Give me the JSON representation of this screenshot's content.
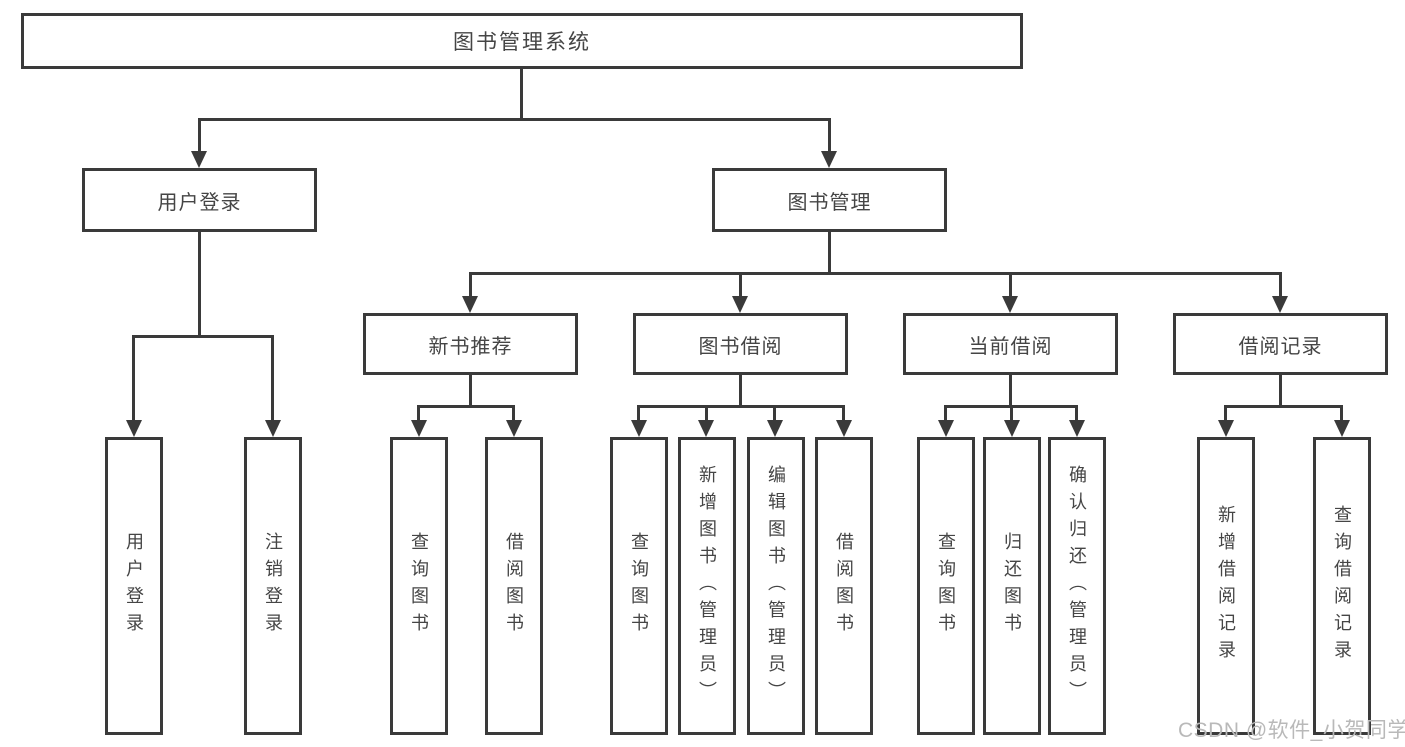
{
  "colors": {
    "line": "#3a3a3a",
    "text": "#454545",
    "watermark": "#b9b9b9",
    "background": "#ffffff"
  },
  "watermark": {
    "text": "CSDN @软件_小贺同学"
  },
  "tree": {
    "label": "图书管理系统",
    "children": [
      {
        "label": "用户登录",
        "children": [
          {
            "label": "用户登录"
          },
          {
            "label": "注销登录"
          }
        ]
      },
      {
        "label": "图书管理",
        "children": [
          {
            "label": "新书推荐",
            "children": [
              {
                "label": "查询图书"
              },
              {
                "label": "借阅图书"
              }
            ]
          },
          {
            "label": "图书借阅",
            "children": [
              {
                "label": "查询图书"
              },
              {
                "label": "新增图书（管理员）"
              },
              {
                "label": "编辑图书（管理员）"
              },
              {
                "label": "借阅图书"
              }
            ]
          },
          {
            "label": "当前借阅",
            "children": [
              {
                "label": "查询图书"
              },
              {
                "label": "归还图书"
              },
              {
                "label": "确认归还（管理员）"
              }
            ]
          },
          {
            "label": "借阅记录",
            "children": [
              {
                "label": "新增借阅记录"
              },
              {
                "label": "查询借阅记录"
              }
            ]
          }
        ]
      }
    ]
  }
}
